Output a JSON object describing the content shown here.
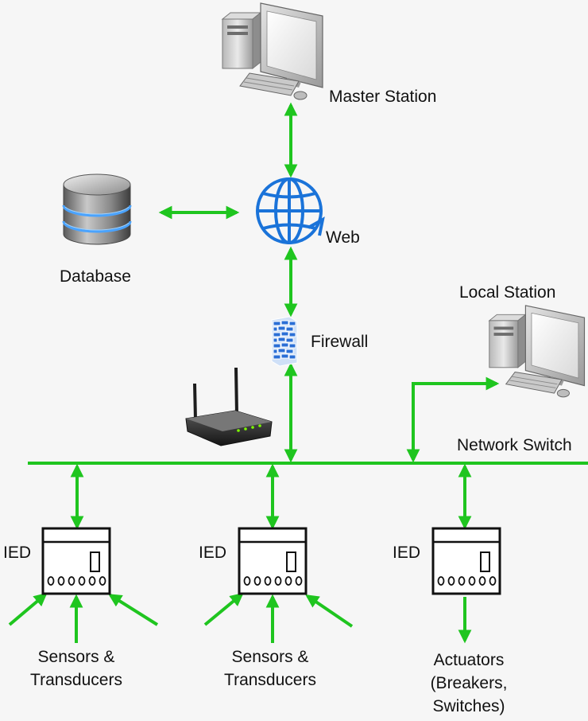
{
  "labels": {
    "master_station": "Master Station",
    "web": "Web",
    "database": "Database",
    "local_station": "Local Station",
    "firewall": "Firewall",
    "network_switch": "Network Switch",
    "ied_1": "IED",
    "ied_2": "IED",
    "ied_3": "IED",
    "sensors_1_line1": "Sensors &",
    "sensors_1_line2": "Transducers",
    "sensors_2_line1": "Sensors &",
    "sensors_2_line2": "Transducers",
    "actuators_line1": "Actuators",
    "actuators_line2": "(Breakers,",
    "actuators_line3": "Switches)"
  },
  "icons": {
    "master_station": "desktop-computer-icon",
    "local_station": "desktop-computer-icon",
    "web": "globe-icon",
    "database": "database-icon",
    "firewall": "firewall-icon",
    "router": "wireless-router-icon",
    "ied": "ied-device-icon"
  },
  "colors": {
    "connector": "#1fc51f",
    "globe": "#1a73d9",
    "firewall": "#2b6fd6",
    "background": "#f6f6f6"
  }
}
